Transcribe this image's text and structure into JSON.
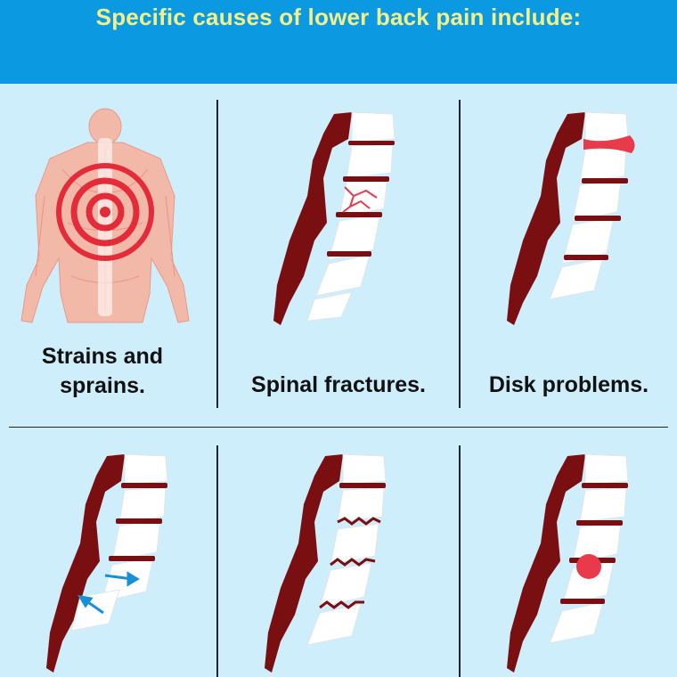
{
  "header": {
    "title": "Specific causes of lower back pain include:"
  },
  "causes": [
    {
      "label": "Strains and sprains.",
      "icon": "muscle-back-target-icon"
    },
    {
      "label": "Spinal fractures.",
      "icon": "spine-fracture-icon"
    },
    {
      "label": "Disk problems.",
      "icon": "spine-disk-icon"
    },
    {
      "label": "",
      "icon": "spine-slip-arrows-icon"
    },
    {
      "label": "",
      "icon": "spine-degeneration-icon"
    },
    {
      "label": "",
      "icon": "spine-tumor-icon"
    }
  ],
  "colors": {
    "header": "#0b9ae2",
    "title": "#f2f08a",
    "background": "#cfeefb",
    "bone": "#ffffff",
    "bone_shadow": "#dde6ec",
    "spine_dark": "#7a0f12",
    "highlight": "#e83a4a",
    "arrow": "#1a8fd6",
    "muscle": "#f3b9a8"
  }
}
